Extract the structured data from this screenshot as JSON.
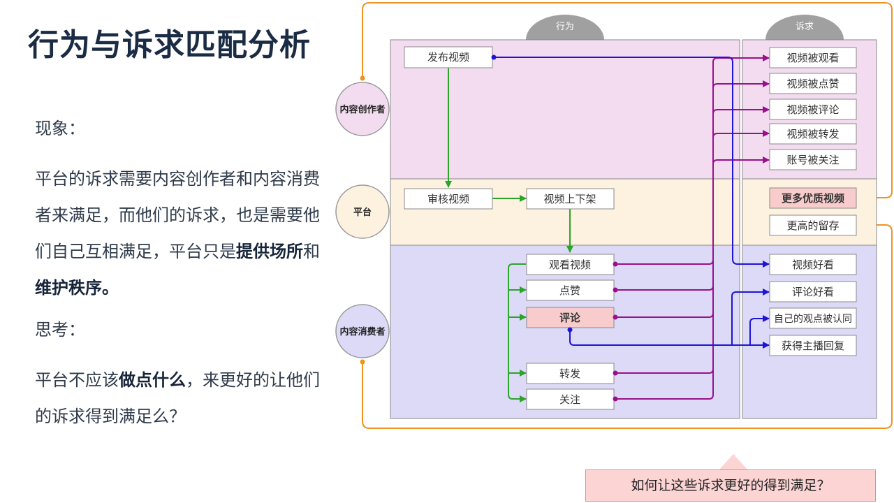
{
  "slide": {
    "title": "行为与诉求匹配分析",
    "phenomenon_label": "现象：",
    "phenomenon_text_1": "平台的诉求需要内容创作者和内容消费者来满足，而他们的诉求，也是需要他们自己互相满足，平台只是",
    "phenomenon_bold_1": "提供场所",
    "phenomenon_text_2": "和",
    "phenomenon_bold_2": "维护秩序",
    "phenomenon_end": "。",
    "think_label": "思考：",
    "think_text_1": "平台不应该",
    "think_bold": "做点什么",
    "think_text_2": "，来更好的让他们的诉求得到满足么？"
  },
  "diagram": {
    "header_behavior": "行为",
    "header_demand": "诉求",
    "roles": {
      "creator": "内容创作者",
      "platform": "平台",
      "consumer": "内容消费者"
    },
    "behaviors": {
      "publish": "发布视频",
      "review": "审核视频",
      "shelve": "视频上下架",
      "watch": "观看视频",
      "like": "点赞",
      "comment": "评论",
      "share": "转发",
      "follow": "关注"
    },
    "demands": {
      "viewed": "视频被观看",
      "liked": "视频被点赞",
      "commented": "视频被评论",
      "shared": "视频被转发",
      "followed": "账号被关注",
      "better_videos": "更多优质视频",
      "retention": "更高的留存",
      "good_video": "视频好看",
      "good_comments": "评论好看",
      "view_approved": "自己的观点被认同",
      "host_reply": "获得主播回复"
    },
    "callout": "如何让这些诉求更好的得到满足？",
    "colors": {
      "creator_zone": "#f3dcf0",
      "platform_zone": "#fdf1e0",
      "consumer_zone": "#dcdaf7",
      "blue_link": "#1f14d6",
      "purple_link": "#9a0f8c",
      "green_link": "#2aa52a",
      "orange_link": "#f0921e",
      "highlight_box": "#f8cccc",
      "header_cap": "#a0a0a0"
    }
  }
}
